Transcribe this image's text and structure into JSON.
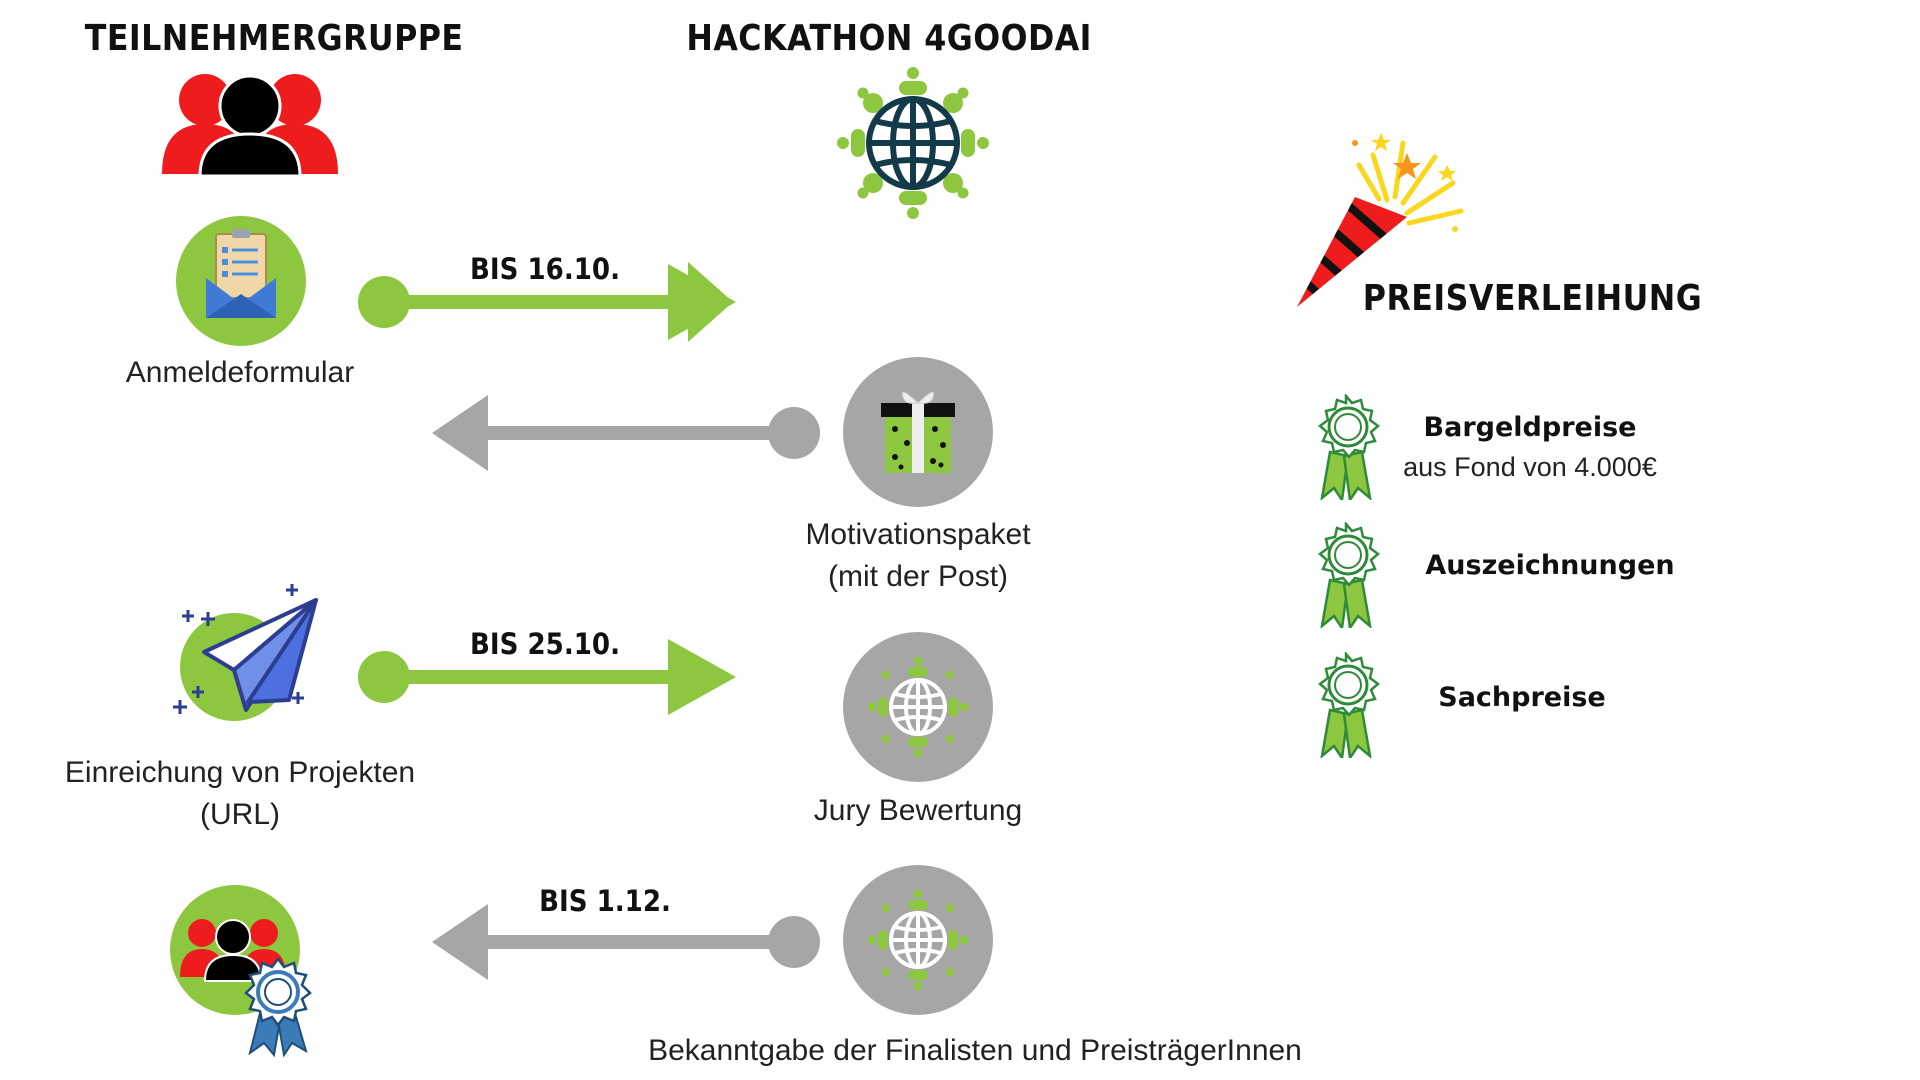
{
  "headings": {
    "participants": "TEILNEHMERGRUPPE",
    "hackathon": "HACKATHON 4GOODAI",
    "awards": "PREISVERLEIHUNG"
  },
  "steps": {
    "registration": {
      "caption": "Anmeldeformular",
      "deadline": "BIS 16.10.",
      "direction": "to-hackathon"
    },
    "motivation": {
      "caption_line1": "Motivationspaket",
      "caption_line2": "(mit der Post)",
      "direction": "to-participants"
    },
    "submission": {
      "caption_line1": "Einreichung von Projekten",
      "caption_line2": "(URL)",
      "deadline": "BIS 25.10.",
      "direction": "to-hackathon"
    },
    "jury": {
      "caption": "Jury Bewertung"
    },
    "announcement": {
      "caption": "Bekanntgabe der Finalisten und PreisträgerInnen",
      "deadline": "BIS 1.12.",
      "direction": "to-participants"
    }
  },
  "prizes": [
    {
      "title": "Bargeldpreise",
      "subtitle": "aus Fond von 4.000€"
    },
    {
      "title": "Auszeichnungen"
    },
    {
      "title": "Sachpreise"
    }
  ],
  "colors": {
    "green": "#8dc63f",
    "gray": "#a6a6a6",
    "red": "#ee1c1c",
    "navy": "#123a4a",
    "rosette_green": "#2e8b3a"
  }
}
